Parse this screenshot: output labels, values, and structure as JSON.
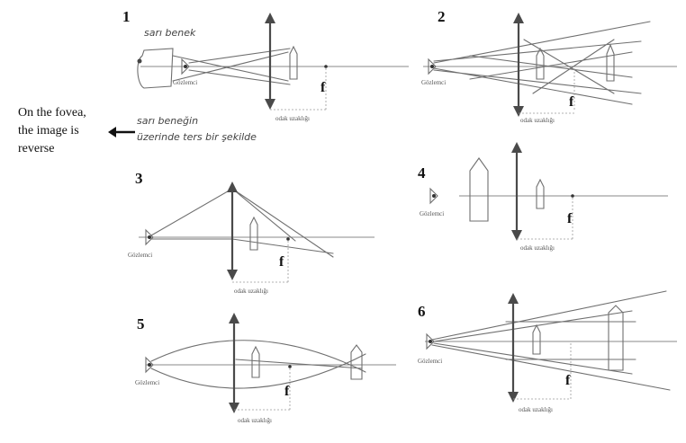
{
  "annotation": {
    "lines": [
      "On the fovea,",
      "the image is",
      "reverse"
    ]
  },
  "panels": [
    {
      "number": "1",
      "observer_label": "Gözlemci",
      "focal_label": "f",
      "focal_length_label": "odak uzaklığı",
      "handwriting": [
        "sarı benek",
        "sarı beneğin",
        "üzerinde ters bir şekilde"
      ]
    },
    {
      "number": "2",
      "observer_label": "Gözlemci",
      "focal_label": "f",
      "focal_length_label": "odak uzaklığı"
    },
    {
      "number": "3",
      "observer_label": "Gözlemci",
      "focal_label": "f",
      "focal_length_label": "odak uzaklığı"
    },
    {
      "number": "4",
      "observer_label": "Gözlemci",
      "focal_label": "f",
      "focal_length_label": "odak uzaklığı"
    },
    {
      "number": "5",
      "observer_label": "Gözlemci",
      "focal_label": "f",
      "focal_length_label": "odak uzaklığı"
    },
    {
      "number": "6",
      "observer_label": "Gözlemci",
      "focal_label": "f",
      "focal_length_label": "odak uzaklığı"
    }
  ]
}
